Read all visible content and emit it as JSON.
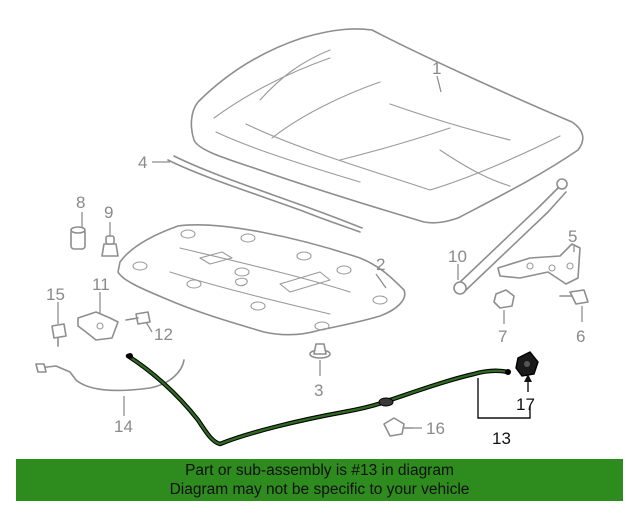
{
  "callouts": {
    "c1": "1",
    "c2": "2",
    "c3": "3",
    "c4": "4",
    "c5": "5",
    "c6": "6",
    "c7": "7",
    "c8": "8",
    "c9": "9",
    "c10": "10",
    "c11": "11",
    "c12": "12",
    "c13": "13",
    "c14": "14",
    "c15": "15",
    "c16": "16",
    "c17": "17"
  },
  "highlighted_part": "13",
  "colors": {
    "highlight": "#2e6a1f",
    "banner": "#2e8b1e",
    "line_art": "#8e8e8e"
  },
  "footer": {
    "line1": "Part or sub-assembly is #13 in diagram",
    "line2": "Diagram may not be specific to your vehicle"
  }
}
